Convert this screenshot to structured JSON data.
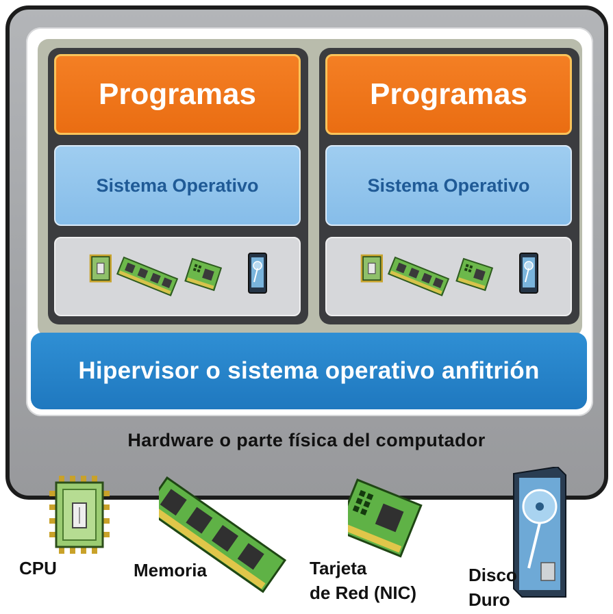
{
  "vm_left": {
    "programs": "Programas",
    "os": "Sistema Operativo"
  },
  "vm_right": {
    "programs": "Programas",
    "os": "Sistema Operativo"
  },
  "hypervisor": "Hipervisor o sistema operativo anfitrión",
  "hardware_title": "Hardware o parte física del computador",
  "components": {
    "cpu": "CPU",
    "memory": "Memoria",
    "nic_line1": "Tarjeta",
    "nic_line2": "de Red (NIC)",
    "disk_line1": "Disco",
    "disk_line2": "Duro"
  },
  "icons": [
    "cpu-icon",
    "memory-icon",
    "nic-icon",
    "hard-disk-icon"
  ],
  "colors": {
    "programs": "#f47f24",
    "os": "#9fcdf0",
    "hypervisor": "#2f8fd4",
    "hardware_box": "#a3a5a8",
    "component_green": "#5fb246"
  }
}
